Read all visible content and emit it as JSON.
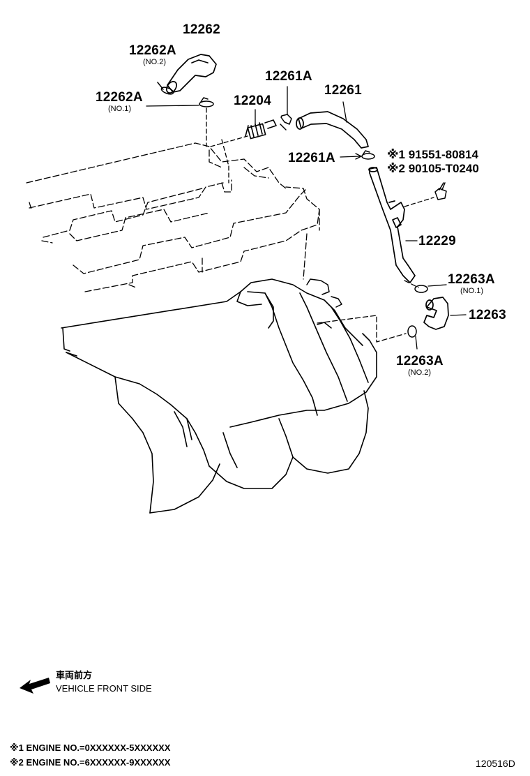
{
  "parts": {
    "p12262": {
      "number": "12262"
    },
    "p12262A_no2": {
      "number": "12262A",
      "sub": "(NO.2)"
    },
    "p12262A_no1": {
      "number": "12262A",
      "sub": "(NO.1)"
    },
    "p12204": {
      "number": "12204"
    },
    "p12261A_top": {
      "number": "12261A"
    },
    "p12261": {
      "number": "12261"
    },
    "p12261A_mid": {
      "number": "12261A"
    },
    "bolt": {
      "line1": "※1 91551-80814",
      "line2": "※2 90105-T0240"
    },
    "p12229": {
      "number": "12229"
    },
    "p12263A_no1": {
      "number": "12263A",
      "sub": "(NO.1)"
    },
    "p12263": {
      "number": "12263"
    },
    "p12263A_no2": {
      "number": "12263A",
      "sub": "(NO.2)"
    }
  },
  "direction": {
    "jp": "車両前方",
    "en": "VEHICLE FRONT SIDE"
  },
  "footnotes": [
    "※1 ENGINE NO.=0XXXXXX-5XXXXXX",
    "※2 ENGINE NO.=6XXXXXX-9XXXXXX"
  ],
  "diagram_code": "120516D"
}
